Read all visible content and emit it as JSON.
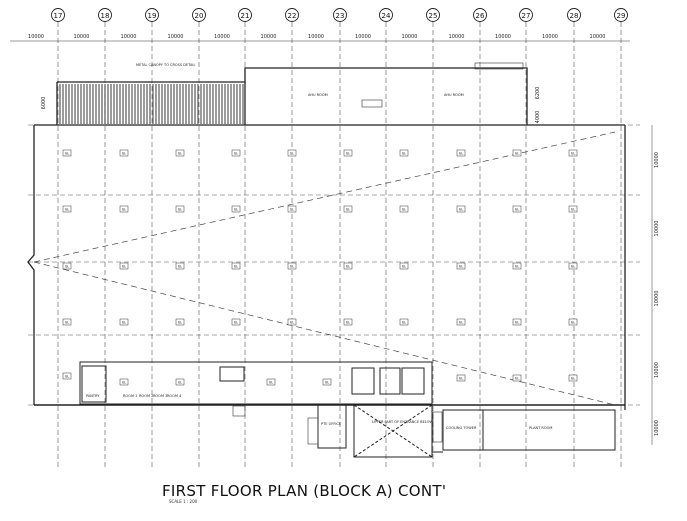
{
  "grid": {
    "axes": [
      "17",
      "18",
      "19",
      "20",
      "21",
      "22",
      "23",
      "24",
      "25",
      "26",
      "27",
      "28",
      "29"
    ],
    "spacings": [
      "10000",
      "10000",
      "10000",
      "10000",
      "10000",
      "10000",
      "10000",
      "10000",
      "10000",
      "10000",
      "10000",
      "10000",
      "10000"
    ],
    "right_dims": [
      "10000",
      "10000",
      "10000",
      "10000",
      "10000"
    ],
    "left_dim": "6000",
    "roof_dims": [
      "6200",
      "4000"
    ]
  },
  "rooms": {
    "ahu_room_1": "AHU ROOM",
    "ahu_room_2": "AHU ROOM",
    "canopy_note": "METAL CANOPY TO CROSS DETAIL",
    "pantry": "PANTRY",
    "room_1": "ROOM 1",
    "room_2": "ROOM 2",
    "room_3": "ROOM 3",
    "room_4": "ROOM 4",
    "pte_office": "PTE OFFICE",
    "upper_part_note": "UPPER PART OF ENTRANCE BELOW",
    "cooling_tower": "COOLING TOWER",
    "plant_room": "PLANT ROOM",
    "column_tag": "GL"
  },
  "caption": {
    "title": "FIRST FLOOR PLAN (BLOCK A) CONT'",
    "scale": "SCALE 1 : 200"
  }
}
